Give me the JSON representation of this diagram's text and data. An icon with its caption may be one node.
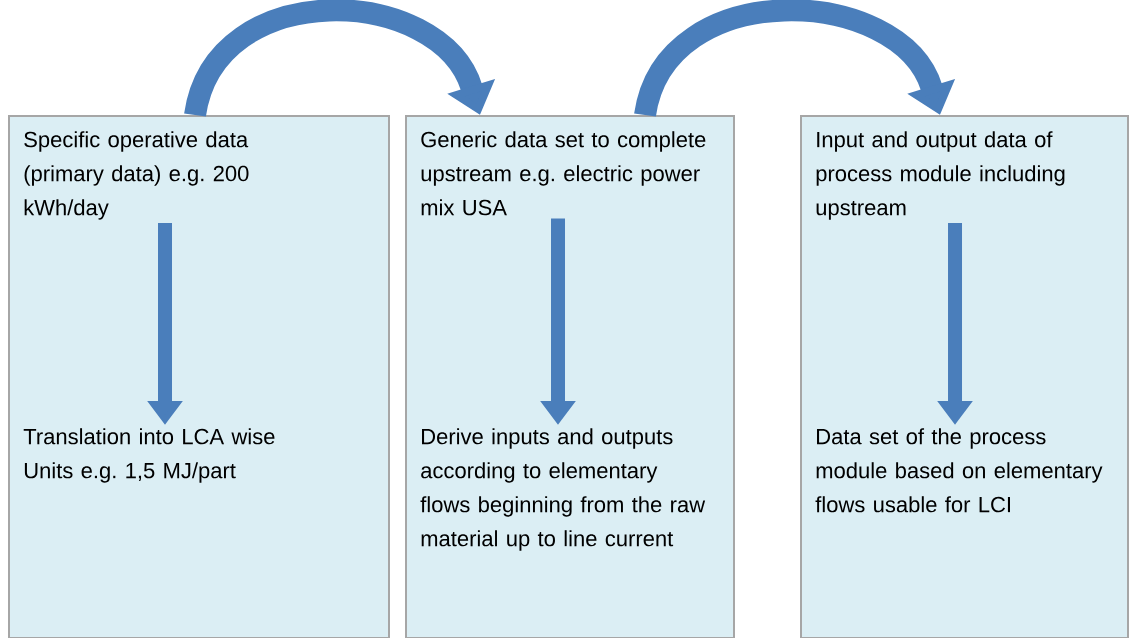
{
  "diagram": {
    "nodes": [
      {
        "text": [],
        "shape": "box"
      },
      {
        "text": [
          "Specific operative data (primary data) e.g. 200 kWh/day"
        ],
        "in": 0
      },
      {
        "text": [
          "Translation into LCA wise Units e.g. 1,5 MJ/part"
        ],
        "in": 0
      },
      {
        "text": [],
        "shape": "box"
      },
      {
        "text": [
          "Generic data set to complete upstream e.g. electric power mix USA"
        ],
        "in": 3
      },
      {
        "text": [
          "Derive inputs and outputs according to elementary flows beginning from the raw material up to line current"
        ],
        "in": 3
      },
      {
        "text": [],
        "shape": "box"
      },
      {
        "text": [
          "Input and output data of process module including upstream"
        ],
        "in": 6
      },
      {
        "text": [
          "Data set of the process module based on elementary flows usable for LCI"
        ],
        "in": 6
      }
    ],
    "edges": [
      {
        "from": 1,
        "to": 2,
        "arrow": "to"
      },
      {
        "from": 4,
        "to": 5,
        "arrow": "to"
      },
      {
        "from": 7,
        "to": 8,
        "arrow": "to"
      },
      {
        "from": 0,
        "to": 3,
        "arrow": "to"
      },
      {
        "from": 3,
        "to": 6,
        "arrow": "to"
      }
    ]
  }
}
